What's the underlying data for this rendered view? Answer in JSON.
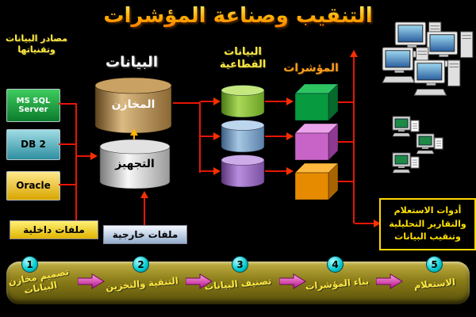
{
  "title": "التنقيب وصناعة المؤشرات",
  "sources": {
    "header": "مصادر البيانات وتقنياتها",
    "items": [
      {
        "label": "MS SQL Server"
      },
      {
        "label": "DB 2"
      },
      {
        "label": "Oracle"
      }
    ]
  },
  "data_stage": {
    "header": "البيانات",
    "warehouse": "المخازن",
    "processing": "التجهيز"
  },
  "files": {
    "internal": "ملفات داخلية",
    "external": "ملفات خارجية"
  },
  "sectoral": {
    "header": "البيانات القطاعية"
  },
  "indicators": {
    "header": "المؤشرات"
  },
  "tools_box": {
    "line1": "أدوات الاستعلام",
    "line2": "والتقارير التحليلية",
    "line3": "وتنقيب البيانات"
  },
  "process": {
    "steps": [
      {
        "num": "1",
        "label": "تصميم مخازن البيانات"
      },
      {
        "num": "2",
        "label": "التنقية والتخزين"
      },
      {
        "num": "3",
        "label": "تصنيف البيانات"
      },
      {
        "num": "4",
        "label": "بناء المؤشرات"
      },
      {
        "num": "5",
        "label": "الاستعلام"
      }
    ]
  },
  "colors": {
    "background": "#000000",
    "title_orange": "#ffae00",
    "connector_red": "#e81505",
    "step_badge_cyan": "#00c8cc",
    "label_yellow": "#ffe93f",
    "bar_olive": "#8a7c18"
  }
}
